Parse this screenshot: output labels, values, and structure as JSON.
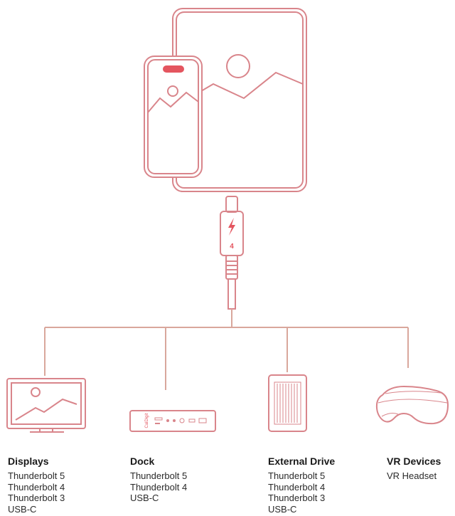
{
  "cable": {
    "connector_number": "4"
  },
  "logo_text": "CalDigit",
  "devices": [
    {
      "name": "Displays",
      "supports": [
        "Thunderbolt 5",
        "Thunderbolt 4",
        "Thunderbolt 3",
        "USB-C"
      ]
    },
    {
      "name": "Dock",
      "supports": [
        "Thunderbolt 5",
        "Thunderbolt 4",
        "USB-C"
      ]
    },
    {
      "name": "External Drive",
      "supports": [
        "Thunderbolt 5",
        "Thunderbolt 4",
        "Thunderbolt 3",
        "USB-C"
      ]
    },
    {
      "name": "VR Devices",
      "supports": [
        "VR Headset"
      ]
    }
  ],
  "colors": {
    "outline": "#d9858b",
    "accent": "#e4555f",
    "line": "#d9a79c",
    "text": "#1a1a1a"
  },
  "icons": [
    "tablet-icon",
    "phone-icon",
    "thunderbolt-bolt-icon",
    "monitor-icon",
    "dock-icon",
    "external-drive-icon",
    "vr-headset-icon"
  ]
}
